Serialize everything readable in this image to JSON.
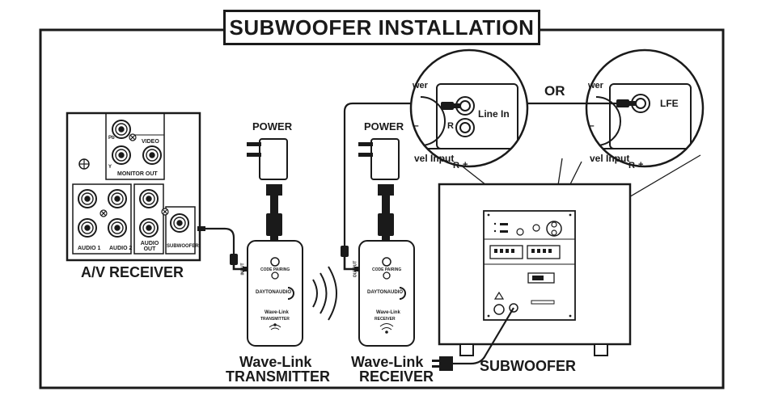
{
  "title": "SUBWOOFER INSTALLATION",
  "receiver": {
    "label": "A/V RECEIVER",
    "jacks": {
      "pb": "Pb",
      "y": "Y",
      "video": "VIDEO",
      "monitor_out": "MONITOR OUT",
      "audio1": "AUDIO 1",
      "audio2": "AUDIO 2",
      "audio_out": "AUDIO OUT",
      "subwoofer": "SUBWOOFER"
    }
  },
  "transmitter": {
    "power_label": "POWER",
    "port": "INPUT",
    "pairing": "CODE PAIRING",
    "brand": "DAYTONAUDIO",
    "model": "Wave-Link",
    "role": "TRANSMITTER",
    "caption_line1": "Wave-Link",
    "caption_line2": "TRANSMITTER"
  },
  "receiver_unit": {
    "power_label": "POWER",
    "port": "OUTPUT",
    "pairing": "CODE PAIRING",
    "brand": "DAYTONAUDIO",
    "model": "Wave-Link",
    "role": "RECEIVER",
    "caption_line1": "Wave-Link",
    "caption_line2": "RECEIVER"
  },
  "zoom_left": {
    "top_label": "wer",
    "line_in": "Line In",
    "r": "R",
    "level": "vel Input",
    "level_r": "R",
    "plus": "+",
    "minus": "–"
  },
  "or_label": "OR",
  "zoom_right": {
    "top_label": "wer",
    "lfe": "LFE",
    "level": "vel Input",
    "level_r": "R",
    "plus": "+",
    "minus": "–"
  },
  "subwoofer": {
    "label": "SUBWOOFER"
  }
}
